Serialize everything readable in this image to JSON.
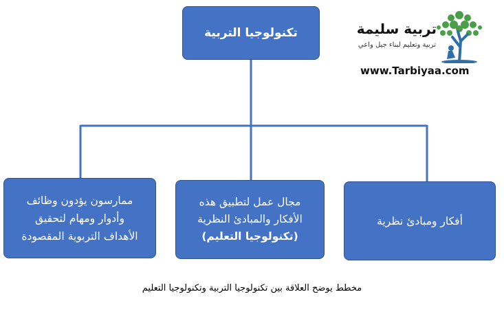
{
  "diagram": {
    "root": "تكنولوجيا التربية",
    "children": [
      {
        "lines": [
          "ممارسون يؤدون وظائف",
          "وأدوار ومهام لتحقيق",
          "الأهداف التربوية المقصودة"
        ]
      },
      {
        "lines": [
          "مجال عمل لتطبيق هذه",
          "الأفكار والمبادئ  النظرية"
        ],
        "bold_line": "(تكنولوجيا التعليم)"
      },
      {
        "lines": [
          "أفكار ومبادئ نظرية"
        ]
      }
    ],
    "caption": "مخطط يوضح العلاقة بين تكنولوجيا التربية وتكنولوجيا التعليم"
  },
  "logo": {
    "title": "تربية سليمة",
    "tagline": "تربية وتعليم لبناء جيل واعي",
    "url": "www.Tarbiyaa.com"
  },
  "colors": {
    "box_fill": "#4472C4",
    "box_border": "#2F528F",
    "connector": "#4472C4",
    "text_on_box": "#ffffff",
    "logo_leaf": "#4A9E4A"
  }
}
